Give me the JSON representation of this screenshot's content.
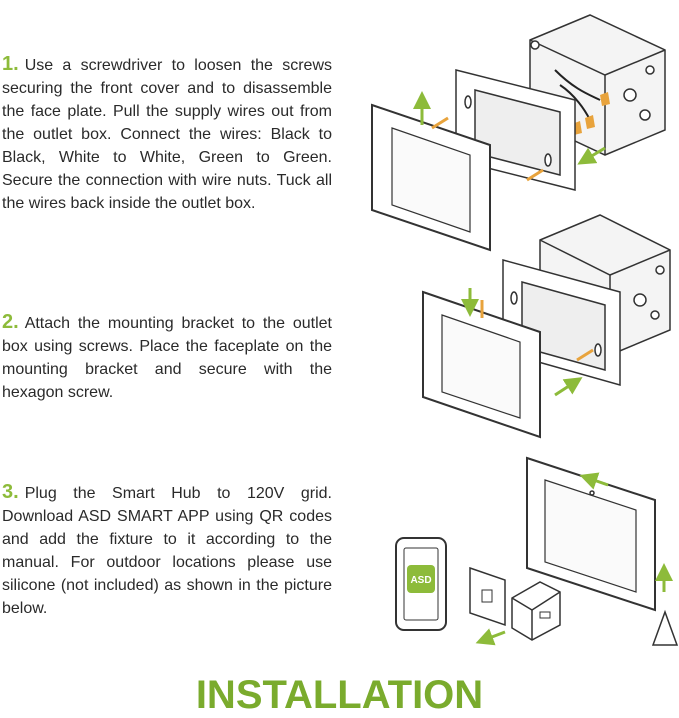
{
  "steps": [
    {
      "number": "1.",
      "text": "Use a screwdriver to loosen the screws securing the front cover and to disassemble the face plate. Pull the supply wires out from the outlet box. Connect the wires: Black to Black, White to White, Green to Green. Secure the connection with wire nuts. Tuck all the wires back inside the outlet box."
    },
    {
      "number": "2.",
      "text": "Attach the mounting bracket to the outlet box using screws. Place the faceplate on the mounting bracket and secure with the hexagon screw."
    },
    {
      "number": "3.",
      "text": "Plug the Smart Hub to 120V grid. Download ASD SMART APP using QR codes and add the fixture to it according to the manual. For outdoor locations please use silicone (not included) as shown in the picture below."
    }
  ],
  "title": "INSTALLATION",
  "app_logo": "ASD",
  "colors": {
    "accent": "#8dbb3a",
    "title": "#7aab2d",
    "screw": "#e8a33c",
    "line": "#333333"
  }
}
